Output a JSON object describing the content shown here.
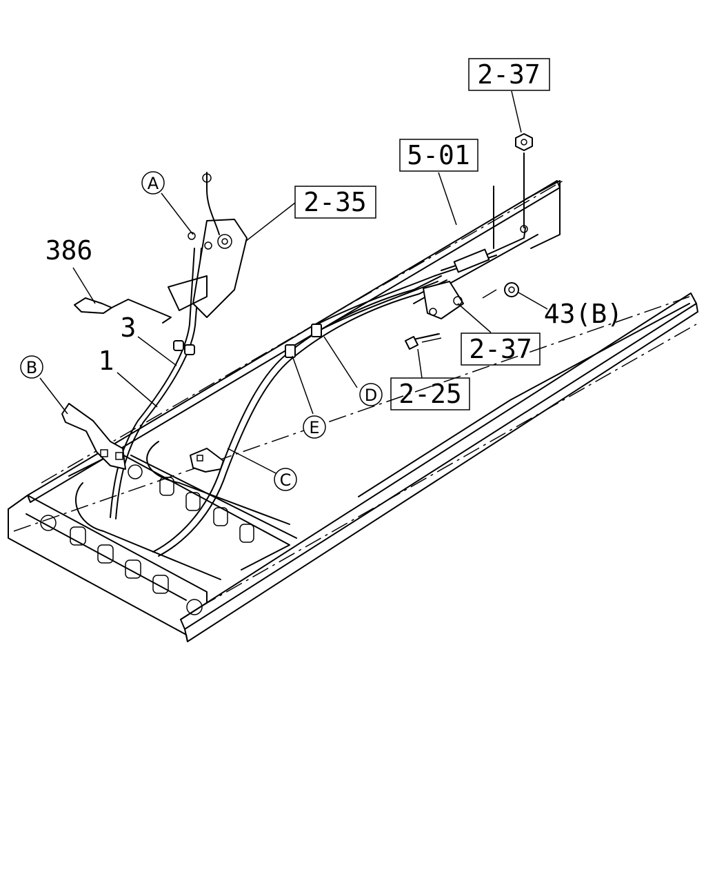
{
  "labels": {
    "box_2_37_top": "2-37",
    "box_5_01": "5-01",
    "box_2_35": "2-35",
    "box_2_37_mid": "2-37",
    "box_2_25": "2-25",
    "num_386": "386",
    "num_3": "3",
    "num_1": "1",
    "num_43b": "43(B)"
  },
  "callouts": {
    "a": "A",
    "b": "B",
    "c": "C",
    "d": "D",
    "e": "E"
  }
}
